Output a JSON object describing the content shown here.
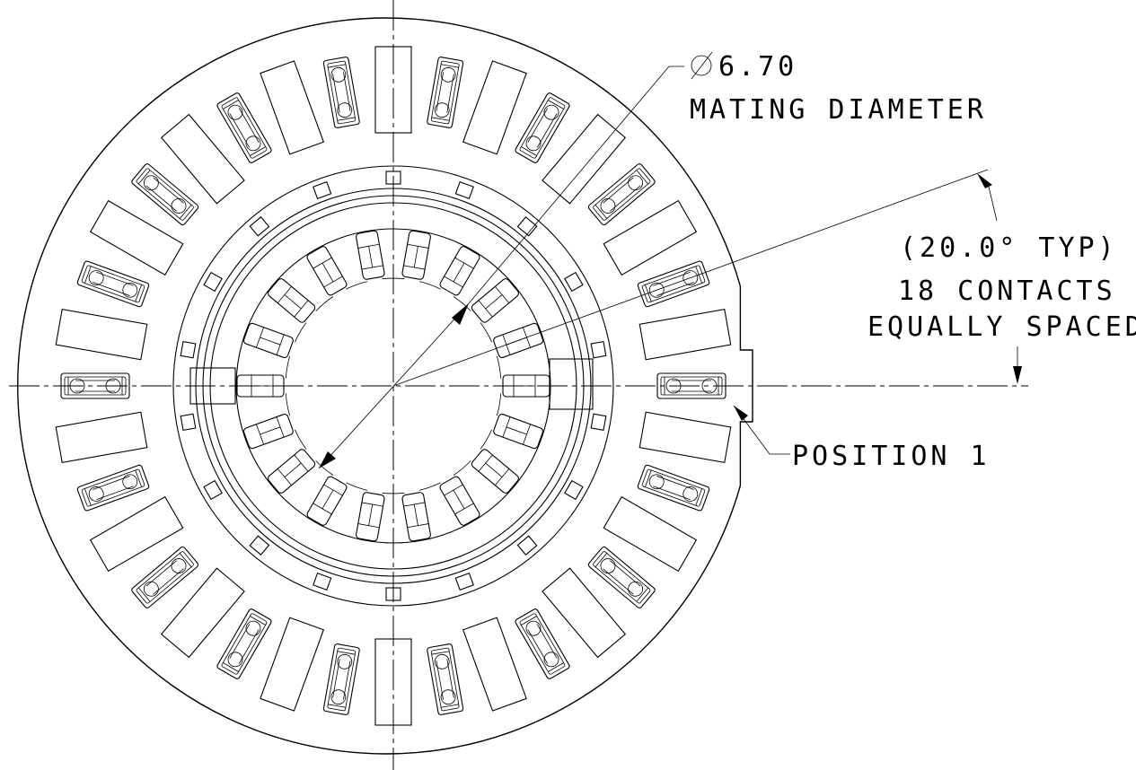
{
  "diagram": {
    "contact_count": 18,
    "contact_spacing_deg": 20.0,
    "annotations": {
      "diameter_value": "6.70",
      "diameter_label": "MATING DIAMETER",
      "angle_label": "(20.0° TYP)",
      "contacts_label": "18 CONTACTS",
      "spacing_label": "EQUALLY SPACED",
      "position_label": "POSITION 1"
    }
  }
}
